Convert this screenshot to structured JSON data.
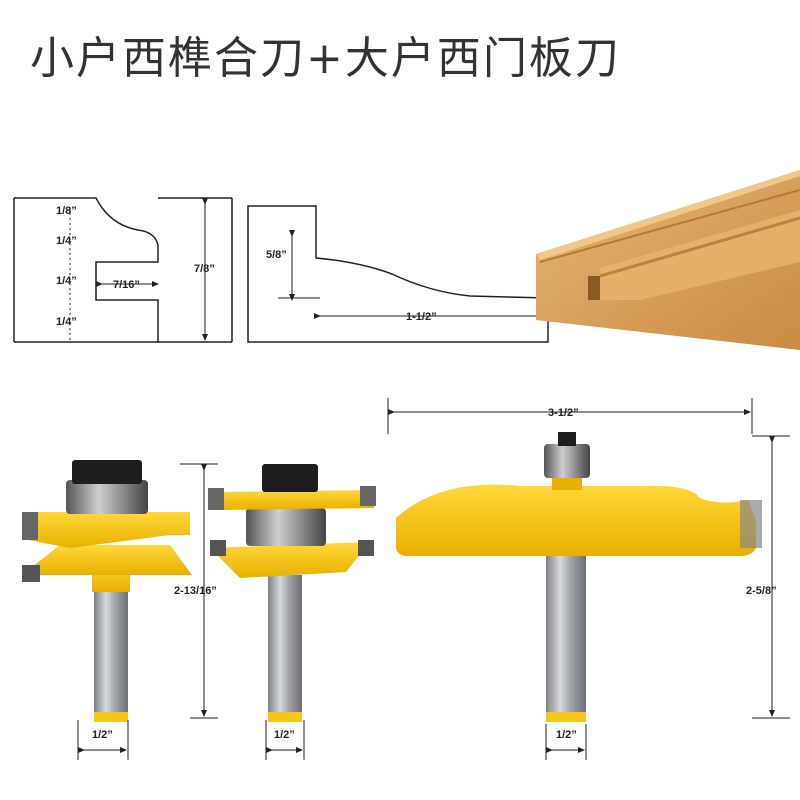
{
  "title": "小户西榫合刀+大户西门板刀",
  "profile_left": {
    "dims": [
      "1/8”",
      "1/4”",
      "1/4”",
      "1/4”"
    ],
    "depth": "7/16”",
    "height": "7/8”"
  },
  "profile_right": {
    "height": "5/8”",
    "width": "1-1/2”"
  },
  "bits": {
    "width_large": "3-1/2”",
    "height_small": "2-13/16”",
    "height_large": "2-5/8”",
    "shank_1": "1/2”",
    "shank_2": "1/2”",
    "shank_3": "1/2”"
  },
  "colors": {
    "yellow": "#f5c518",
    "yellow_dark": "#d9a800",
    "steel": "#a8acb0",
    "wood": "#d9a05a"
  }
}
